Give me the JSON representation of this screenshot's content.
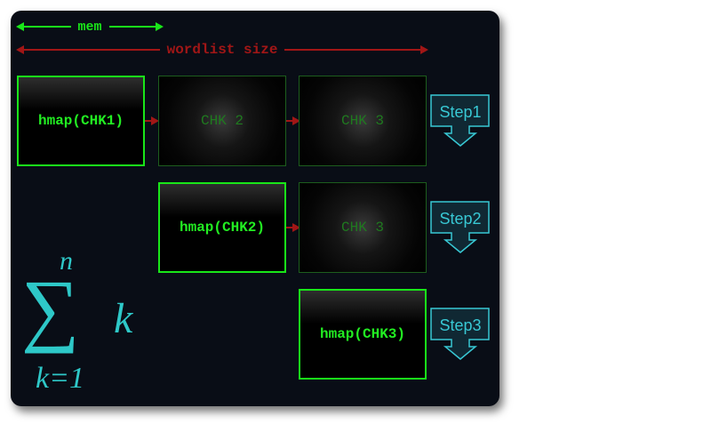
{
  "dimensions": {
    "mem_label": "mem",
    "wordlist_label": "wordlist size"
  },
  "rows": [
    {
      "cells": [
        {
          "label": "hmap(CHK1)",
          "state": "active"
        },
        {
          "label": "CHK 2",
          "state": "inactive"
        },
        {
          "label": "CHK 3",
          "state": "inactive"
        }
      ],
      "step": "Step1"
    },
    {
      "cells": [
        {
          "label": "hmap(CHK2)",
          "state": "active"
        },
        {
          "label": "CHK 3",
          "state": "inactive"
        }
      ],
      "step": "Step2"
    },
    {
      "cells": [
        {
          "label": "hmap(CHK3)",
          "state": "active"
        }
      ],
      "step": "Step3"
    }
  ],
  "formula": {
    "upper": "n",
    "symbol": "∑",
    "term": "k",
    "lower": "k=1"
  },
  "colors": {
    "background": "#090d16",
    "active_green": "#19e619",
    "inactive_green": "#1f7a1f",
    "arrow_red": "#a11616",
    "step_cyan": "#38c8d4"
  }
}
